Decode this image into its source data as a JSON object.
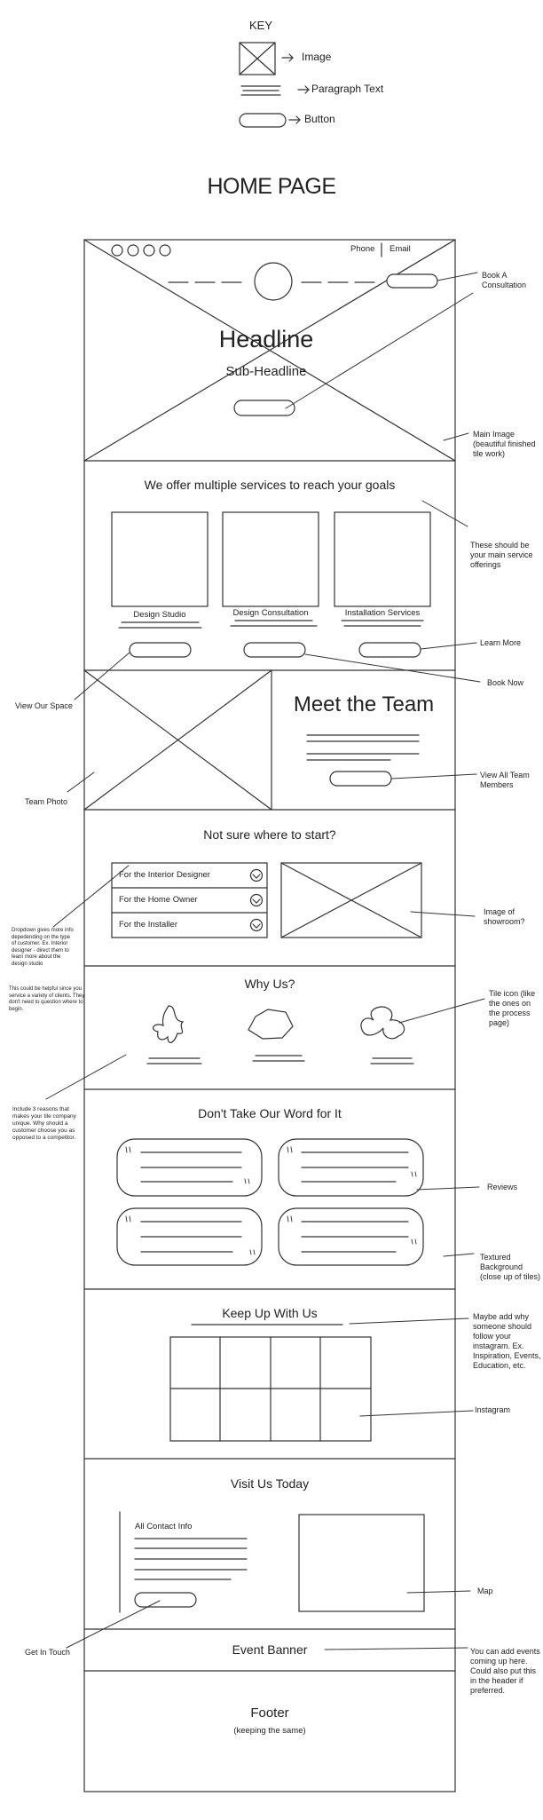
{
  "key": {
    "title": "KEY",
    "items": [
      {
        "symbol": "image",
        "label": "Image"
      },
      {
        "symbol": "paragraph",
        "label": "Paragraph Text"
      },
      {
        "symbol": "button",
        "label": "Button"
      }
    ]
  },
  "page_title": "HOME PAGE",
  "hero": {
    "phone": "Phone",
    "email": "Email",
    "headline": "Headline",
    "subheadline": "Sub-Headline"
  },
  "services": {
    "title": "We offer multiple services to reach your goals",
    "items": [
      "Design Studio",
      "Design Consultation",
      "Installation Services"
    ]
  },
  "team": {
    "title": "Meet the Team"
  },
  "start": {
    "title": "Not sure where to start?",
    "dropdowns": [
      "For the Interior Designer",
      "For the Home Owner",
      "For the Installer"
    ]
  },
  "why": {
    "title": "Why Us?"
  },
  "reviews": {
    "title": "Don't Take Our Word for It"
  },
  "instagram": {
    "title": "Keep Up With Us"
  },
  "visit": {
    "title": "Visit Us Today",
    "contact_label": "All Contact Info"
  },
  "event_banner": "Event Banner",
  "footer": {
    "title": "Footer",
    "subtitle": "(keeping the same)"
  },
  "annotations": {
    "book_consultation": "Book A Consultation",
    "main_image": "Main Image (beautiful finished tile work)",
    "service_offerings": "These should be your main service offerings",
    "learn_more": "Learn More",
    "book_now": "Book Now",
    "view_space": "View Our Space",
    "team_photo": "Team Photo",
    "view_team": "View All Team Members",
    "dropdown_note": "Dropdown gives more info depedending on the type of customer. Ex. Interior designer - direct them to learn more about the design studio",
    "dropdown_note2": "This could be helpful since you service a variety of clients. They don't need to question where to begin.",
    "showroom": "Image of showroom?",
    "tile_icon": "Tile icon (like the ones on the process page)",
    "reasons": "Include 3 reasons that makes your tile company unique. Why should a customer choose you as opposed to a competitor.",
    "reviews": "Reviews",
    "textured_bg": "Textured Background (close up of tiles)",
    "instagram_why": "Maybe add why someone should follow your instagram. Ex. Inspiration, Events, Education, etc.",
    "instagram": "Instagram",
    "map": "Map",
    "get_in_touch": "Get In Touch",
    "events": "You can add events coming up here. Could also put this in the header if preferred."
  },
  "colors": {
    "ink": "#222222",
    "background": "#ffffff"
  }
}
